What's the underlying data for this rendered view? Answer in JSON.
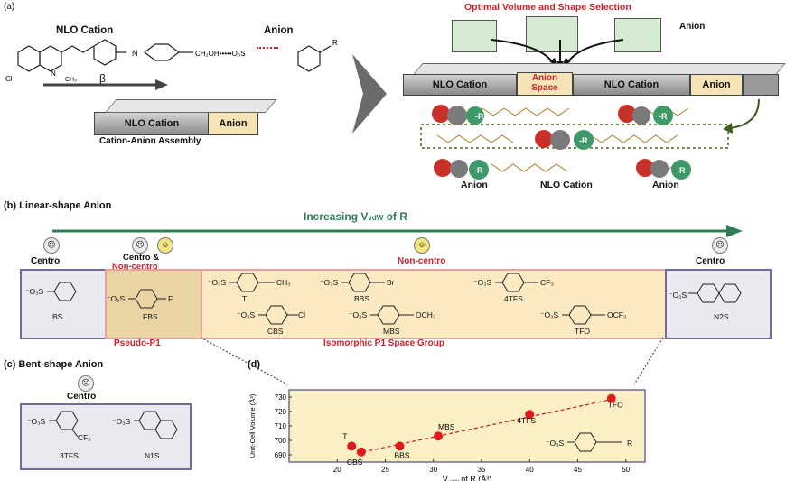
{
  "panel_a": {
    "label": "(a)",
    "nlo_cation": "NLO Cation",
    "anion": "Anion",
    "chem_left": "CH₂OH•••••O₃S",
    "r_group": "R",
    "n_plus": "N",
    "ch3": "CH₃",
    "cl": "Cl",
    "beta": "β",
    "assembly_cation": "NLO Cation",
    "assembly_anion": "Anion",
    "assembly_caption": "Cation-Anion Assembly",
    "selection_title": "Optimal Volume and Shape Selection",
    "selection_anion": "Anion",
    "row_cation1": "NLO Cation",
    "row_space": "Anion Space",
    "row_cation2": "NLO Cation",
    "row_anion": "Anion",
    "r_badge": "-R",
    "bottom_labels": [
      "Anion",
      "NLO Cation",
      "Anion"
    ]
  },
  "panel_b": {
    "label": "(b) Linear-shape Anion",
    "arrow_label": "Increasing V",
    "arrow_sub": "vdW",
    "arrow_suffix": " of R",
    "centro_left": "Centro",
    "centro_mixed_1": "Centro &",
    "centro_mixed_2": "Non-centro",
    "non_centro": "Non-centro",
    "centro_right": "Centro",
    "pseudo": "Pseudo-P1",
    "isomorphic": "Isomorphic P1 Space Group",
    "anions": {
      "bs": "BS",
      "fbs": "FBS",
      "t": "T",
      "cbs": "CBS",
      "bbs": "BBS",
      "mbs": "MBS",
      "tfs4": "4TFS",
      "tfo": "TFO",
      "n2s": "N2S"
    },
    "subs": {
      "so3": "⁻O₃S",
      "f": "F",
      "ch3": "CH₃",
      "cl": "Cl",
      "br": "Br",
      "och3": "OCH₃",
      "cf3": "CF₃",
      "ocf3": "OCF₃"
    }
  },
  "panel_c": {
    "label": "(c) Bent-shape Anion",
    "centro": "Centro",
    "tfs3": "3TFS",
    "n1s": "N1S",
    "cf3": "CF₃",
    "so3": "⁻O₃S"
  },
  "panel_d": {
    "label": "(d)",
    "so3": "⁻O₃S",
    "r": "R"
  },
  "chart_data": {
    "type": "scatter",
    "xlabel": "V",
    "xlabel_sub": "vdW",
    "xlabel_suffix": " of R (Å³)",
    "ylabel": "Unit-Cell Volume (Å³)",
    "xlim": [
      15,
      52
    ],
    "ylim": [
      685,
      735
    ],
    "xticks": [
      20,
      25,
      30,
      35,
      40,
      45,
      50
    ],
    "yticks": [
      690,
      700,
      710,
      720,
      730
    ],
    "points": [
      {
        "label": "T",
        "x": 21.5,
        "y": 696
      },
      {
        "label": "CBS",
        "x": 22.5,
        "y": 692
      },
      {
        "label": "BBS",
        "x": 26.5,
        "y": 696
      },
      {
        "label": "MBS",
        "x": 30.5,
        "y": 703
      },
      {
        "label": "4TFS",
        "x": 40.0,
        "y": 718
      },
      {
        "label": "TFO",
        "x": 48.5,
        "y": 729
      }
    ],
    "fit_line": {
      "x": [
        22.0,
        49.0
      ],
      "y": [
        691,
        729
      ]
    },
    "colors": {
      "marker": "#e01b1b",
      "fit": "#c8202a",
      "background": "#fbefc4"
    }
  }
}
